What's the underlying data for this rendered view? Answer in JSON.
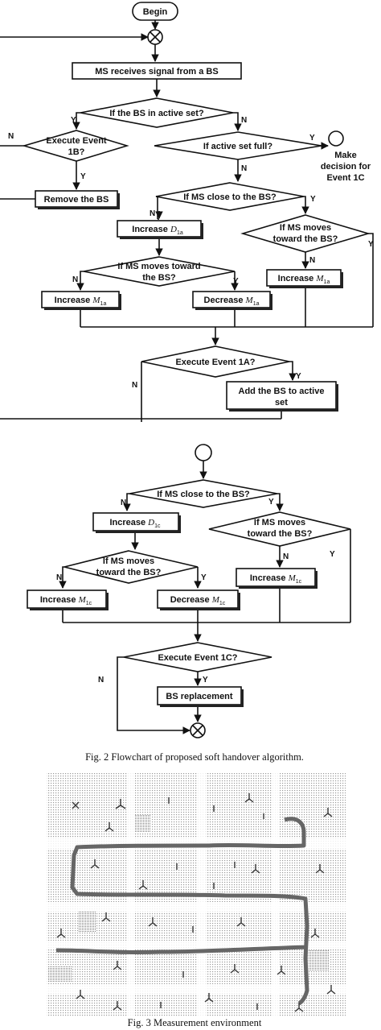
{
  "fig2": {
    "begin": "Begin",
    "ms_receives": "MS receives signal from a BS",
    "q_active_set": "If the BS in active set?",
    "q_exec_1b_line1": "Execute Event",
    "q_exec_1b_line2": "1B?",
    "q_active_full": "If active set full?",
    "make_decision_line1": "Make",
    "make_decision_line2": "decision for",
    "make_decision_line3": "Event 1C",
    "remove_bs": "Remove the BS",
    "q_ms_close": "If MS close to the BS?",
    "increase_d_prefix": "Increase",
    "d_symbol": "D",
    "d_sub_1a": "1a",
    "q_ms_moves_line1": "If MS moves",
    "q_ms_moves_line2": "toward the BS?",
    "q_ms_moves_b_line1": "If MS moves toward",
    "q_ms_moves_b_line2": "the BS?",
    "increase_m_prefix": "Increase",
    "decrease_m_prefix": "Decrease",
    "m_symbol": "M",
    "m_sub_1a": "1a",
    "q_exec_1a": "Execute Event 1A?",
    "add_bs_line1": "Add the BS to active",
    "add_bs_line2": "set",
    "sub_1c": "1c",
    "q_exec_1c": "Execute Event 1C?",
    "bs_replacement": "BS replacement",
    "yes": "Y",
    "no": "N",
    "caption": "Fig. 2 Flowchart of proposed soft handover algorithm."
  },
  "fig3": {
    "caption": "Fig. 3 Measurement environment"
  }
}
